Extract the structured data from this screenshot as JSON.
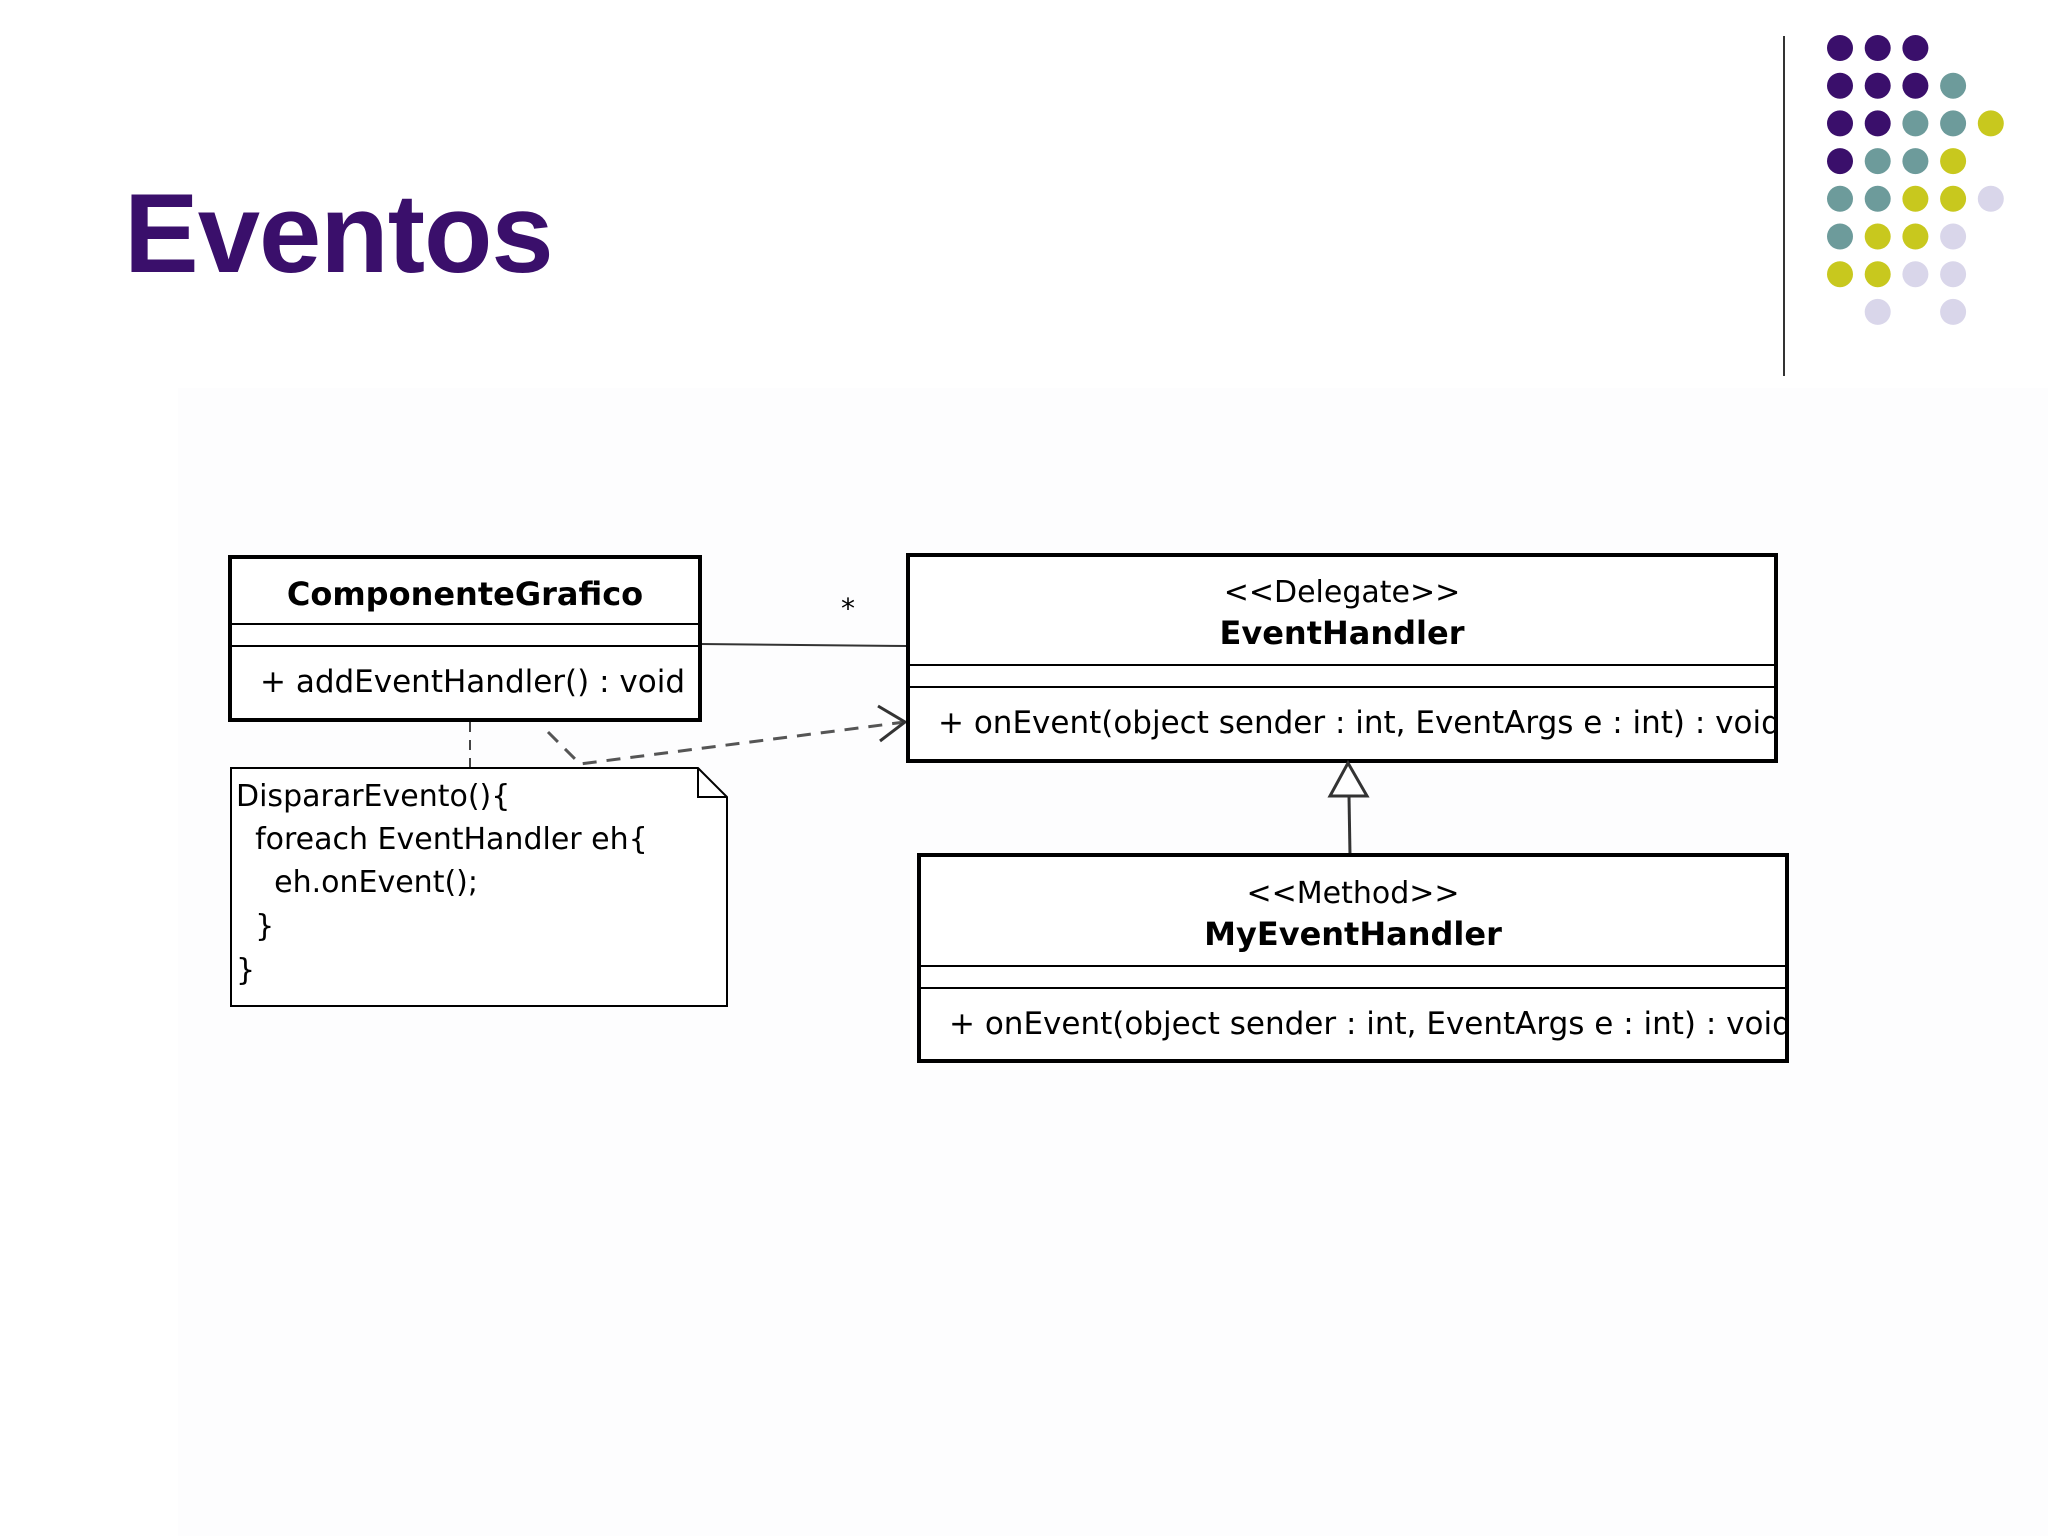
{
  "slide": {
    "title": "Eventos"
  },
  "colors": {
    "title": "#3a0f6b",
    "dot_purple": "#3a0f6b",
    "dot_teal": "#6d9b9b",
    "dot_olive": "#c8c81e",
    "dot_lavender": "#d9d6ea"
  },
  "diagram": {
    "componente": {
      "name": "ComponenteGrafico",
      "method": "+ addEventHandler() : void"
    },
    "association": {
      "multiplicity": "*"
    },
    "event_handler": {
      "stereotype": "<<Delegate>>",
      "name": "EventHandler",
      "method": "+ onEvent(object sender : int, EventArgs e : int) : void"
    },
    "my_event_handler": {
      "stereotype": "<<Method>>",
      "name": "MyEventHandler",
      "method": "+ onEvent(object sender : int, EventArgs e : int) : void"
    },
    "note": {
      "lines": [
        "DispararEvento(){",
        "  foreach EventHandler eh{",
        "    eh.onEvent();",
        "  }",
        "}"
      ]
    }
  }
}
